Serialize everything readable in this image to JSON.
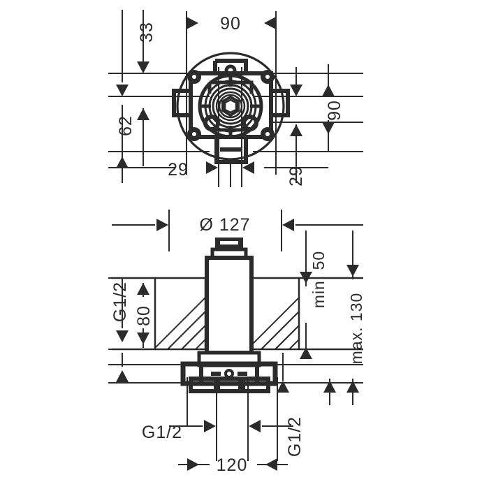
{
  "drawing": {
    "title": "Hansgrohe concealed valve installation drawing",
    "background_color": "#ffffff",
    "line_color": "#2b2b2b",
    "units": "mm"
  },
  "top_view": {
    "name": "plan-view-rosette-and-valve",
    "dimensions": {
      "width_90": "90",
      "height_90": "90",
      "offset_33": "33",
      "offset_62": "62",
      "offset_29_left": "29",
      "offset_29_right": "29"
    }
  },
  "section_view": {
    "name": "section-view-valve-in-wall",
    "dimensions": {
      "diameter_127": "Ø 127",
      "wall_80": "80",
      "depth_120": "120",
      "min_50": "min. 50",
      "max_130": "max. 130",
      "thread_left_top": "G1/2",
      "thread_left_bottom": "G1/2",
      "thread_right_bottom": "G1/2"
    }
  }
}
